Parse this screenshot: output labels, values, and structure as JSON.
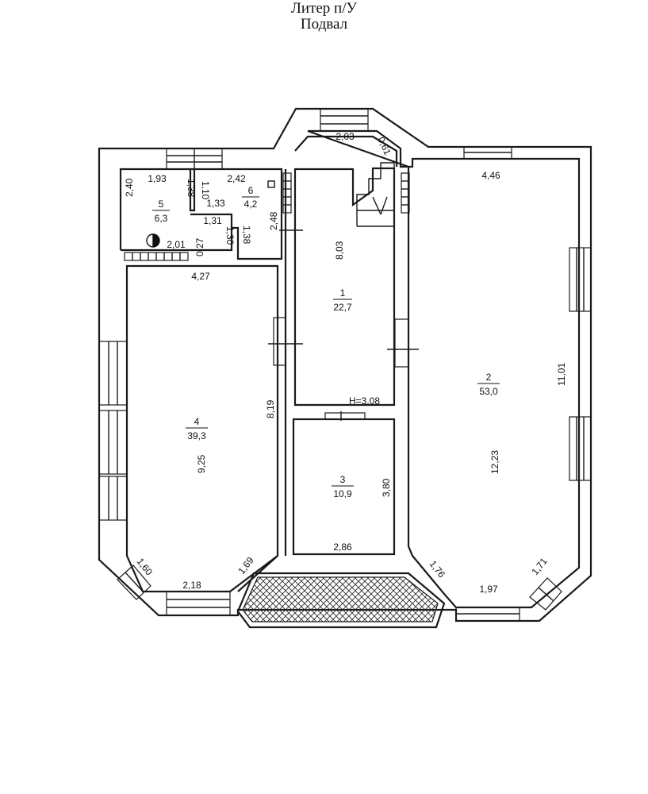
{
  "header": {
    "line1": "Литер п/У",
    "line2": "Подвал"
  },
  "height_mark": "H=3.08",
  "rooms": [
    {
      "number": "1",
      "area": "22,7"
    },
    {
      "number": "2",
      "area": "53,0"
    },
    {
      "number": "3",
      "area": "10,9"
    },
    {
      "number": "4",
      "area": "39,3"
    },
    {
      "number": "5",
      "area": "6,3"
    },
    {
      "number": "6",
      "area": "4,2"
    }
  ],
  "dimensions": [
    "2,03",
    "0,61",
    "4,46",
    "1,93",
    "2,42",
    "1,38",
    "1,10",
    "1,33",
    "2,40",
    "1,31",
    "2,48",
    "8,03",
    "1,30",
    "1,38",
    "2,01",
    "0,27",
    "4,27",
    "11,01",
    "8,19",
    "9,25",
    "12,23",
    "3,80",
    "2,86",
    "1,60",
    "2,18",
    "1,69",
    "1,76",
    "1,97",
    "1,71"
  ]
}
